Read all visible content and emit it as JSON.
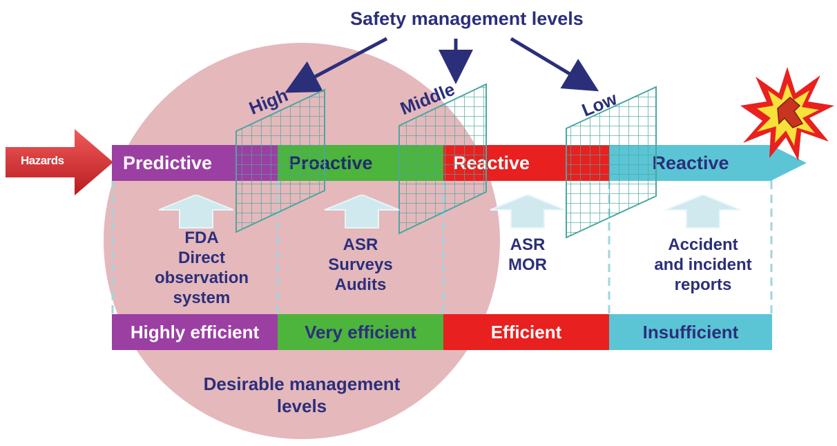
{
  "title": "Safety management levels",
  "hazards_label": "Hazards",
  "levels": {
    "high": "High",
    "middle": "Middle",
    "low": "Low"
  },
  "stages": [
    {
      "label": "Predictive",
      "color": "#9b3fa3",
      "efficiency": "Highly efficient",
      "eff_text_color": "#ffffff",
      "tools": [
        "FDA",
        "Direct",
        "observation",
        "system"
      ]
    },
    {
      "label": "Proactive",
      "color": "#4db43c",
      "efficiency": "Very efficient",
      "eff_text_color": "#2b2f7a",
      "tools": [
        "ASR",
        "Surveys",
        "Audits"
      ]
    },
    {
      "label": "Reactive",
      "color": "#e8201f",
      "efficiency": "Efficient",
      "eff_text_color": "#ffffff",
      "tools": [
        "ASR",
        "MOR"
      ]
    },
    {
      "label": "Reactive",
      "color": "#5bc5d6",
      "efficiency": "Insufficient",
      "eff_text_color": "#2b2f7a",
      "tools": [
        "Accident",
        "and incident",
        "reports"
      ]
    }
  ],
  "desirable_label": [
    "Desirable management",
    "levels"
  ],
  "colors": {
    "circle": "#e5b8bc",
    "navy": "#2b2f7a",
    "grid": "#4aa7a0",
    "hazard_red": "#d8262a",
    "up_arrow": "#cfe9ef"
  },
  "icons": [
    "hazard-arrow-icon",
    "up-arrow-icon",
    "explosion-icon",
    "grid-filter-icon"
  ]
}
